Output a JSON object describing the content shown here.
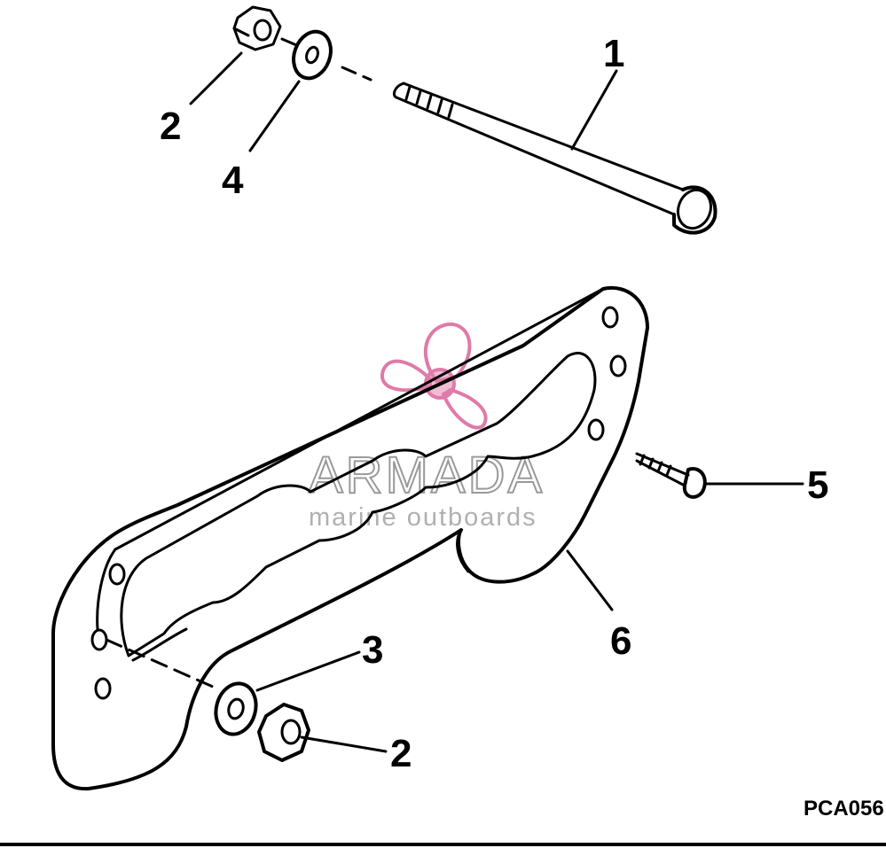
{
  "callouts": {
    "c1": "1",
    "c2_top": "2",
    "c4": "4",
    "c5": "5",
    "c6": "6",
    "c3": "3",
    "c2_bottom": "2"
  },
  "figure_code": "PCA056",
  "watermark": {
    "brand": "ARMADA",
    "tagline": "marine outboards",
    "logo_color": "#e07aa8",
    "text_color": "#9a9a9a"
  },
  "parts": [
    {
      "label": "1",
      "icon": "bolt-icon"
    },
    {
      "label": "2",
      "icon": "nut-icon"
    },
    {
      "label": "3",
      "icon": "washer-icon"
    },
    {
      "label": "4",
      "icon": "washer-icon"
    },
    {
      "label": "5",
      "icon": "screw-icon"
    },
    {
      "label": "6",
      "icon": "mounting-plate-icon"
    }
  ]
}
